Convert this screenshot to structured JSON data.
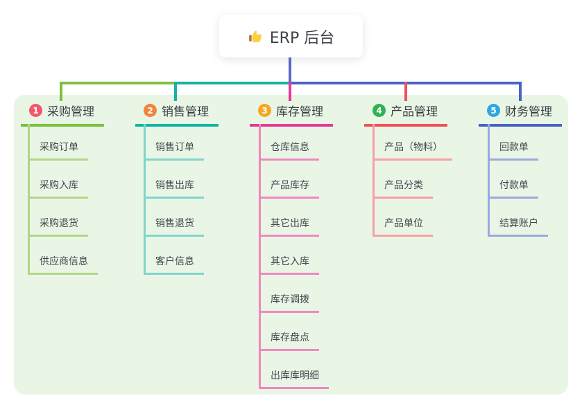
{
  "root": {
    "title": "ERP 后台",
    "icon": "thumbs-up-icon",
    "connector_color": "#5a6ac8"
  },
  "panel_color": "#eaf6e5",
  "branches": [
    {
      "badge": "1",
      "title": "采购管理",
      "color": "#7fbf3f",
      "light_color": "#aed788",
      "badge_color": "#f4566b",
      "children": [
        "采购订单",
        "采购入库",
        "采购退货",
        "供应商信息"
      ]
    },
    {
      "badge": "2",
      "title": "销售管理",
      "color": "#16b3a6",
      "light_color": "#7fd5cb",
      "badge_color": "#f5823d",
      "children": [
        "销售订单",
        "销售出库",
        "销售退货",
        "客户信息"
      ]
    },
    {
      "badge": "3",
      "title": "库存管理",
      "color": "#e53a97",
      "light_color": "#f286c0",
      "badge_color": "#f6a623",
      "children": [
        "仓库信息",
        "产品库存",
        "其它出库",
        "其它入库",
        "库存调拨",
        "库存盘点",
        "出库库明细"
      ]
    },
    {
      "badge": "4",
      "title": "产品管理",
      "color": "#f25059",
      "light_color": "#f7a0a4",
      "badge_color": "#30b153",
      "children": [
        "产品（物料）",
        "产品分类",
        "产品单位"
      ]
    },
    {
      "badge": "5",
      "title": "财务管理",
      "color": "#4862c5",
      "light_color": "#98aade",
      "badge_color": "#2fa7e0",
      "children": [
        "回款单",
        "付款单",
        "结算账户"
      ]
    }
  ]
}
